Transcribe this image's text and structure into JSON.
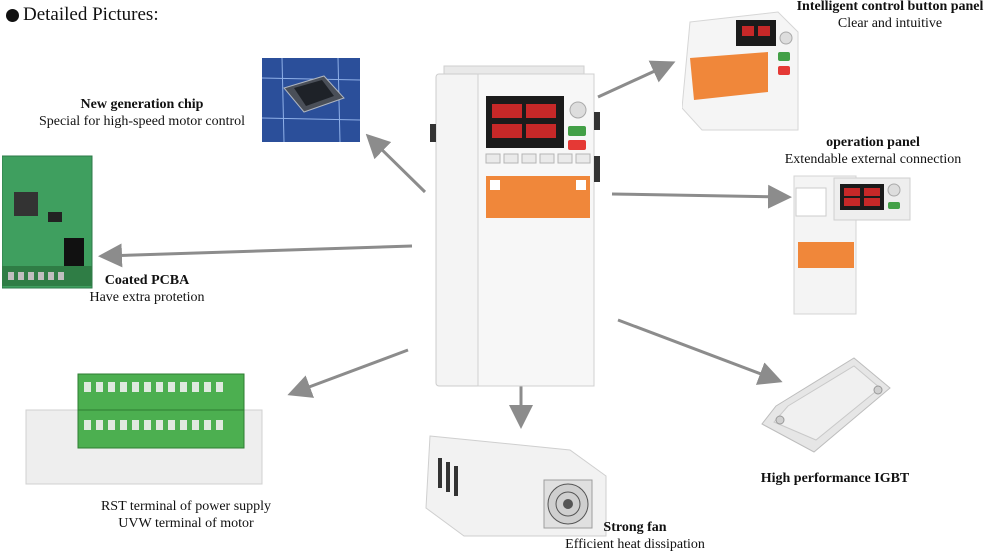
{
  "heading": "Detailed Pictures:",
  "captions": {
    "chip": {
      "title": "New generation chip",
      "subtitle": "Special for high-speed motor control"
    },
    "panel": {
      "title": "Intelligent control button panel",
      "subtitle": "Clear and intuitive"
    },
    "operation": {
      "title": "operation panel",
      "subtitle": "Extendable external connection"
    },
    "pcba": {
      "title": "Coated PCBA",
      "subtitle": "Have extra protetion"
    },
    "igbt": {
      "title": "High performance IGBT",
      "subtitle": ""
    },
    "terminal": {
      "title": "",
      "line1": "RST terminal of power supply",
      "line2": "UVW terminal of motor"
    },
    "fan": {
      "title": "Strong fan",
      "subtitle": "Efficient heat dissipation"
    }
  },
  "colors": {
    "arrow": "#8c8c8c",
    "label_orange": "#f0873a",
    "terminal_green": "#4caf50",
    "pcb_green": "#3f9f5f",
    "chip_blue": "#3b5fae",
    "button_red": "#e53935",
    "button_green": "#43a047"
  },
  "icons": [
    "chip-image",
    "inverter-image",
    "control-panel-image",
    "operation-panel-image",
    "pcba-image",
    "terminal-image",
    "fan-image",
    "igbt-image"
  ]
}
